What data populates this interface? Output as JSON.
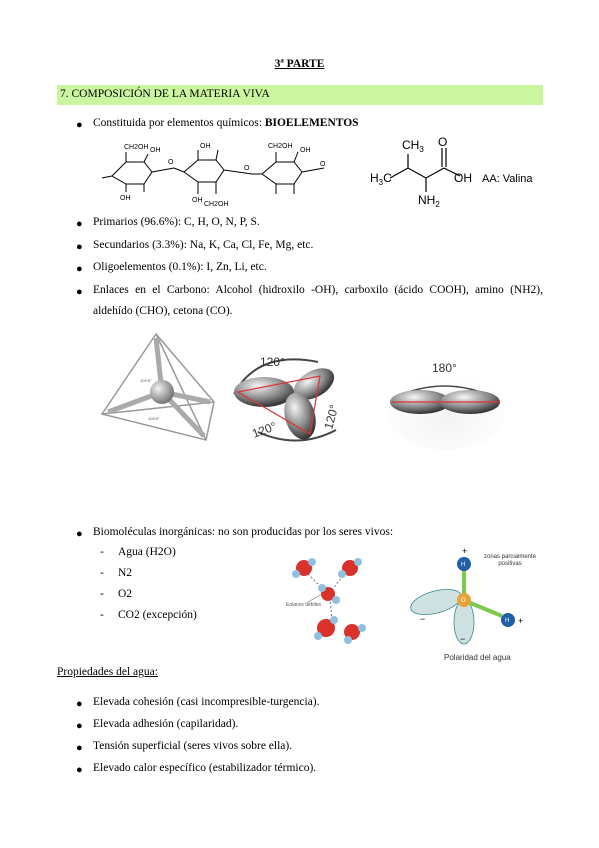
{
  "header": {
    "part_title": "3ª PARTE"
  },
  "section": {
    "title": "7. COMPOSICIÓN DE LA MATERIA VIVA"
  },
  "intro": {
    "text": "Constituida por elementos químicos: ",
    "bold": "BIOELEMENTOS"
  },
  "figures": {
    "valina_label": "AA: Valina",
    "valina_atoms": {
      "ch3": "CH",
      "ch3_sub": "3",
      "h3c": "H",
      "h3c_sub": "3",
      "h3c_c": "C",
      "o": "O",
      "oh": "OH",
      "nh2": "NH",
      "nh2_sub": "2"
    },
    "sugar_labels": [
      "CH2OH",
      "OH",
      "OH",
      "CH2OH",
      "OH",
      "OH",
      "OH",
      "CH2OH",
      "O",
      "O",
      "O"
    ],
    "angles": [
      "120°",
      "120°",
      "120°",
      "180°"
    ],
    "tetra_labels": [
      "109.5°",
      "109.5°"
    ],
    "water_labels": {
      "bonds": "Enlaces débiles",
      "zones": "zonas parcialmente positivas",
      "polarity": "Polaridad del agua",
      "h": "H",
      "o": "O",
      "plus": "+",
      "minus": "−"
    }
  },
  "elements": [
    "Primarios (96.6%): C, H, O, N, P, S.",
    "Secundarios (3.3%): Na, K, Ca, Cl, Fe, Mg, etc.",
    "Oligoelementos (0.1%): I, Zn, Li, etc."
  ],
  "carbon": "Enlaces en el Carbono: Alcohol (hidroxilo -OH), carboxilo (ácido COOH), amino (NH2), aldehído (CHO), cetona (CO).",
  "inorganic": {
    "text": "Biomoléculas inorgánicas: no son producidas por los seres vivos:",
    "items": [
      "Agua (H2O)",
      "N2",
      "O2",
      "CO2 (excepción)"
    ]
  },
  "water_props": {
    "heading": "Propiedades del agua:",
    "items": [
      "Elevada cohesión (casi incompresible-turgencia).",
      "Elevada adhesión (capilaridad).",
      "Tensión superficial (seres vivos sobre ella).",
      "Elevado calor específico (estabilizador térmico)."
    ]
  },
  "colors": {
    "section_band": "#ccf5a0",
    "oxygen": "#d9322b",
    "hydrogen": "#8fc0e0",
    "bond_green": "#7ec850"
  }
}
